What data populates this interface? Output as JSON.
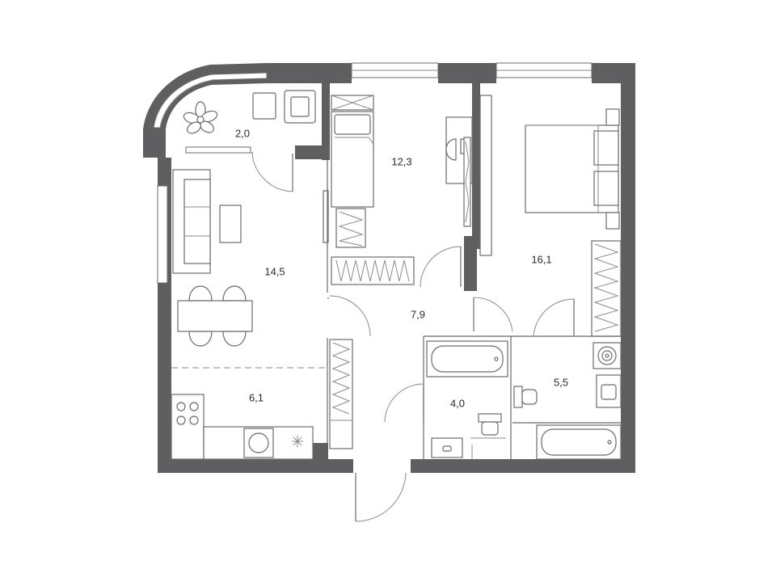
{
  "rooms": [
    {
      "id": "balcony",
      "area": "2,0"
    },
    {
      "id": "bedroom-small",
      "area": "12,3"
    },
    {
      "id": "bedroom-large",
      "area": "16,1"
    },
    {
      "id": "living-room",
      "area": "14,5"
    },
    {
      "id": "hallway",
      "area": "7,9"
    },
    {
      "id": "kitchen",
      "area": "6,1"
    },
    {
      "id": "bathroom-small",
      "area": "4,0"
    },
    {
      "id": "bathroom-large",
      "area": "5,5"
    }
  ],
  "colors": {
    "wall": "#5f5f61",
    "line": "#6b6b6b"
  }
}
